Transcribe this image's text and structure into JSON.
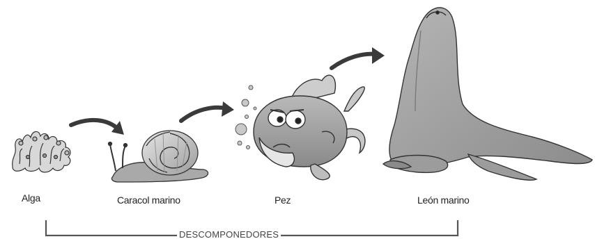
{
  "organisms": [
    {
      "label": "Alga",
      "icon": "algae-icon"
    },
    {
      "label": "Caracol marino",
      "icon": "sea-snail-icon"
    },
    {
      "label": "Pez",
      "icon": "fish-icon"
    },
    {
      "label": "León marino",
      "icon": "sea-lion-icon"
    }
  ],
  "arrows": [
    {
      "from": "Alga",
      "to": "Caracol marino"
    },
    {
      "from": "Caracol marino",
      "to": "Pez"
    },
    {
      "from": "Pez",
      "to": "León marino"
    }
  ],
  "decomposers_label": "DESCOMPONEDORES",
  "colors": {
    "arrow": "#3a3a3a",
    "outline": "#333333",
    "fill_light": "#d6d6d6",
    "fill_mid": "#a8a8a8",
    "fill_dark": "#6f6f6f",
    "bracket": "#555555"
  }
}
